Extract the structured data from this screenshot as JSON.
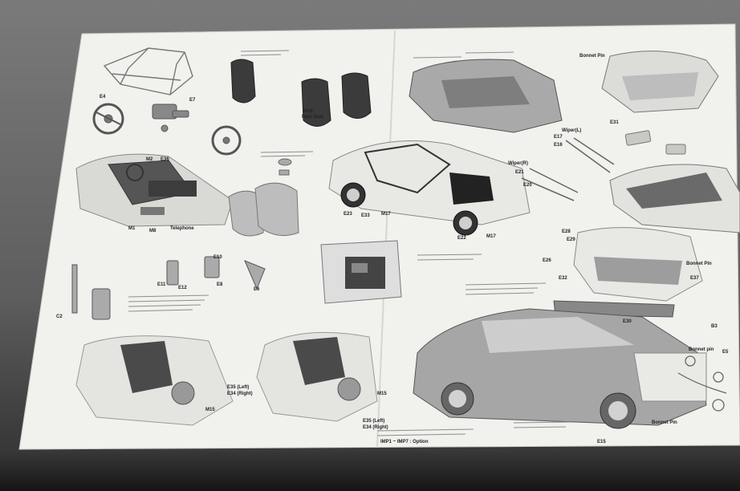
{
  "labels": {
    "l_m2": "M2",
    "l_e36": "E36",
    "l_m1": "M1",
    "l_m8": "M8",
    "l_telephone": "Telephone",
    "l_m16": "M16",
    "l_navi": "Navi Seat",
    "l_wiper_l": "Wiper(L)",
    "l_wiper_r": "Wiper(R)",
    "l_e17": "E17",
    "l_e16": "E16",
    "l_e21": "E21",
    "l_e20": "E20",
    "l_e23": "E23",
    "l_e33": "E33",
    "l_m17": "M17",
    "l_m17b": "M17",
    "l_e22": "E22",
    "l_bonnet1": "Bonnet Pin",
    "l_bonnet2": "Bonnet Pin",
    "l_bonnet3": "Bonnet Pin",
    "l_bonnet_pin_jp": "Bonnet pin",
    "l_e37": "E37",
    "l_e32": "E32",
    "l_e15": "E15",
    "l_m15": "M15",
    "l_m15b": "M15",
    "l_e35_left": "E35 (Left)",
    "l_e34_right": "E34 (Right)",
    "l_e35_left2": "E35 (Left)",
    "l_e34_right2": "E34 (Right)",
    "l_option": "IMP1 ~ IMP7 : Option",
    "l_c2": "C2",
    "l_e10": "E10",
    "l_e11": "E11",
    "l_e12": "E12",
    "l_e8": "E8",
    "l_e6": "E6",
    "l_e4": "E4",
    "l_e7": "E7",
    "l_e28": "E28",
    "l_e29": "E29",
    "l_e26": "E26",
    "l_b3": "B3",
    "l_e5": "E5",
    "l_e31": "E31",
    "l_e30": "E30"
  }
}
